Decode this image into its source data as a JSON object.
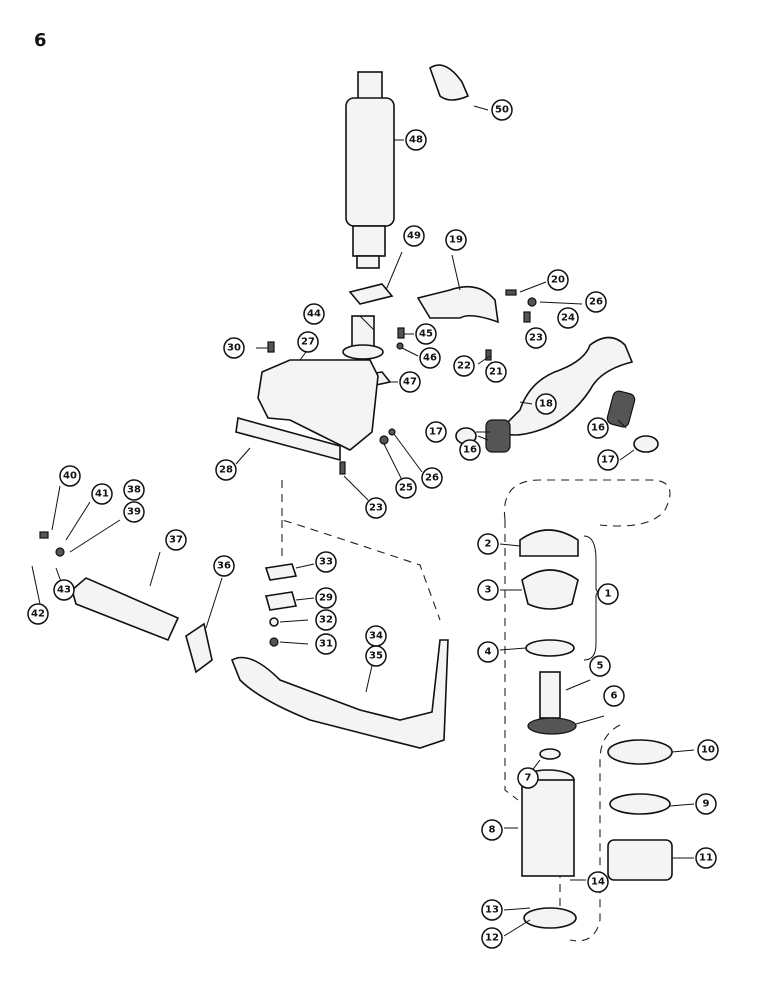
{
  "page_number": "6",
  "callouts": [
    "1",
    "2",
    "3",
    "4",
    "5",
    "6",
    "7",
    "8",
    "9",
    "10",
    "11",
    "12",
    "13",
    "14",
    "16",
    "16",
    "17",
    "17",
    "18",
    "19",
    "20",
    "21",
    "22",
    "23",
    "23",
    "24",
    "25",
    "26",
    "26",
    "27",
    "28",
    "29",
    "30",
    "31",
    "32",
    "33",
    "34",
    "35",
    "36",
    "37",
    "38",
    "39",
    "40",
    "41",
    "42",
    "43",
    "44",
    "45",
    "46",
    "47",
    "48",
    "49",
    "50"
  ]
}
